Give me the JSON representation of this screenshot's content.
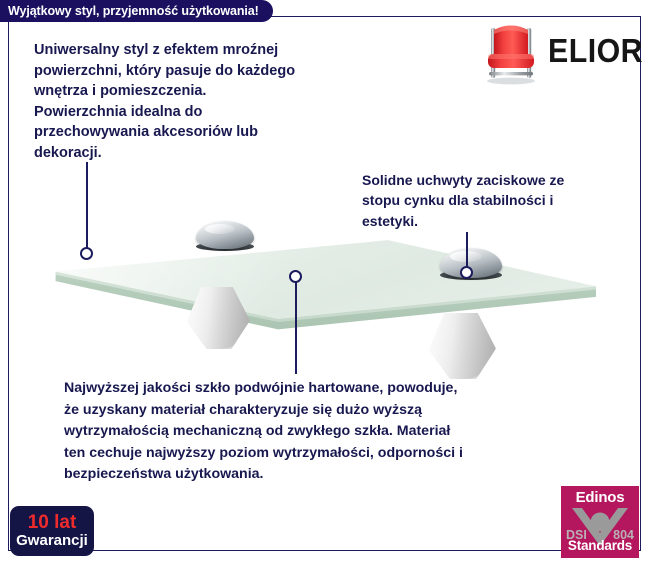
{
  "banner": {
    "text": "Wyjątkowy styl, przyjemność użytkowania!",
    "background_color": "#1b1060",
    "text_color": "#ffffff"
  },
  "brand": {
    "name": "ELIOR",
    "icon": "red-chair-icon",
    "chair_color": "#ee2b2b",
    "text_color": "#161616"
  },
  "callouts": {
    "top_left": {
      "text": "Uniwersalny styl z efektem mroźnej powierzchni, który pasuje do każdego wnętrza i pomieszczenia. Powierzchnia idealna do przechowywania akcesoriów lub dekoracji.",
      "lines": [
        "Uniwersalny styl z efektem mroźnej",
        "powierzchni, który pasuje do każdego",
        "wnętrza i pomieszczenia.",
        "Powierzchnia idealna do",
        "przechowywania akcesoriów lub",
        "dekoracji."
      ]
    },
    "right": {
      "text": "Solidne uchwyty zaciskowe ze stopu cynku dla stabilności i estetyki.",
      "lines": [
        "Solidne uchwyty zaciskowe ze",
        "stopu cynku dla stabilności i",
        "estetyki."
      ]
    },
    "bottom": {
      "text": "Najwyższej jakości szkło podwójnie hartowane, powoduje, że uzyskany materiał charakteryzuje się dużo wyższą wytrzymałością mechaniczną od zwykłego szkła. Materiał ten cechuje najwyższy poziom wytrzymałości, odporności i bezpieczeństwa użytkowania.",
      "lines": [
        "Najwyższej jakości szkło podwójnie hartowane, powoduje,",
        "że uzyskany materiał charakteryzuje się dużo wyższą",
        "wytrzymałością mechaniczną od zwykłego szkła. Materiał",
        "ten cechuje najwyższy poziom wytrzymałości, odporności i",
        "bezpieczeństwa użytkowania."
      ]
    }
  },
  "product": {
    "name": "frosted-glass-shelf",
    "glass_color": "#e6efe8",
    "glass_edge_color": "#b6cdbc",
    "clamp_finish": "chrome",
    "bracket_color": "#ffffff"
  },
  "warranty_badge": {
    "years": "10 lat",
    "label": "Gwarancji",
    "background_color": "#141445",
    "years_color": "#ef2b2b",
    "label_color": "#ffffff"
  },
  "edinos_badge": {
    "name": "Edinos",
    "left_code": "DSI",
    "right_code": "804",
    "standards": "Standards",
    "background_color": "#b4175e",
    "mark_color": "#9a9a9a"
  },
  "text_color": "#181850",
  "frame_color": "#1b1b5e"
}
